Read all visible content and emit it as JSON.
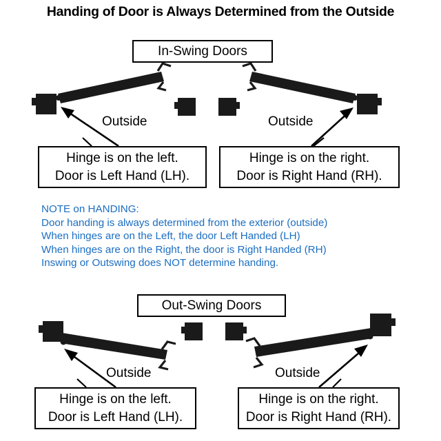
{
  "title": "Handing of Door is Always Determined from the Outside",
  "sections": {
    "inswing": {
      "label": "In-Swing Doors"
    },
    "outswing": {
      "label": "Out-Swing Doors"
    }
  },
  "floor_labels": {
    "top_left": "Outside",
    "top_right": "Outside",
    "bottom_left": "Outside",
    "bottom_right": "Outside"
  },
  "callouts": {
    "inswing_left": {
      "line1": "Hinge is on the left.",
      "line2": "Door is Left Hand (LH)."
    },
    "inswing_right": {
      "line1": "Hinge is on the right.",
      "line2": "Door is Right Hand (RH)."
    },
    "outswing_left": {
      "line1": "Hinge is on the left.",
      "line2": "Door is Left Hand (LH)."
    },
    "outswing_right": {
      "line1": "Hinge is on the right.",
      "line2": "Door is Right Hand (RH)."
    }
  },
  "note": {
    "heading": "NOTE on HANDING:",
    "line1": "Door handing is always determined from the exterior (outside)",
    "line2": "When hinges are on the Left, the door Left Handed (LH)",
    "line3": "When hinges are on the Right, the door is Right Handed (RH)",
    "line4": "Inswing or Outswing does NOT determine handing."
  },
  "colors": {
    "note_text": "#1b6ec2",
    "ink": "#000000",
    "door_fill": "#1a1a1a",
    "background": "#ffffff"
  },
  "diagram": {
    "type": "door-handing-plan-view",
    "door_count": 4,
    "doors": [
      {
        "id": "inswing-left",
        "swing": "in",
        "hinge_side": "left",
        "handing": "LH"
      },
      {
        "id": "inswing-right",
        "swing": "in",
        "hinge_side": "right",
        "handing": "RH"
      },
      {
        "id": "outswing-left",
        "swing": "out",
        "hinge_side": "left",
        "handing": "LH"
      },
      {
        "id": "outswing-right",
        "swing": "out",
        "hinge_side": "right",
        "handing": "RH"
      }
    ]
  }
}
